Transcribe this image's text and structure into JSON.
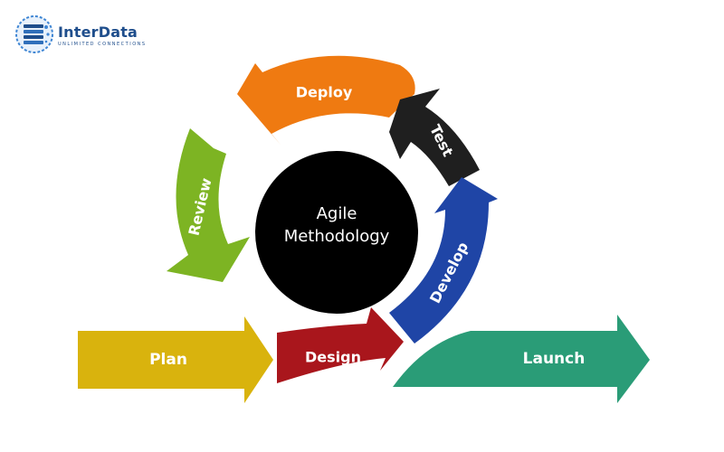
{
  "logo": {
    "name": "InterData",
    "tagline": "UNLIMITED CONNECTIONS"
  },
  "center": {
    "line1": "Agile",
    "line2": "Methodology"
  },
  "stages": {
    "plan": "Plan",
    "design": "Design",
    "develop": "Develop",
    "test": "Test",
    "deploy": "Deploy",
    "review": "Review",
    "launch": "Launch"
  },
  "colors": {
    "plan": "#d9b30d",
    "design": "#a9161c",
    "develop": "#1f45a6",
    "test": "#1f1f1f",
    "deploy": "#ef7a11",
    "review": "#7db423",
    "launch": "#2a9c77",
    "center": "#000000",
    "brand": "#1f4e8c"
  }
}
